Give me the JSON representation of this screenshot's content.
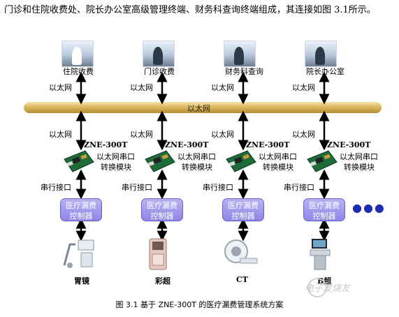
{
  "intro_text": "门诊和住院收费处、院长办公室高级管理终端、财务科查询终端组成，其连接如图 3.1所示。",
  "top_nodes": [
    "住院收费",
    "门诊收费",
    "财务科查询",
    "院长办公室"
  ],
  "ethernet_label": "以太网",
  "bus_label": "以太网",
  "module": {
    "model": "ZNE-300T",
    "line1": "以太网串口",
    "line2": "转换模块"
  },
  "serial_label": "串行接口",
  "controller": {
    "line1": "医疗漏费",
    "line2": "控制器"
  },
  "devices": [
    "胃镜",
    "彩超",
    "CT",
    "B超"
  ],
  "more_indicator": "●●●",
  "caption": "图 3.1   基于 ZNE-300T 的医疗漏费管理系统方案",
  "watermark": "电子发烧友",
  "colors": {
    "bus": "#d9b45a",
    "controller": "#9b94ea",
    "arrow": "#000000",
    "dots": "#1c2bb0"
  },
  "icons": [
    "pc-photo-icon",
    "circuit-board-icon",
    "medical-device-icon"
  ]
}
